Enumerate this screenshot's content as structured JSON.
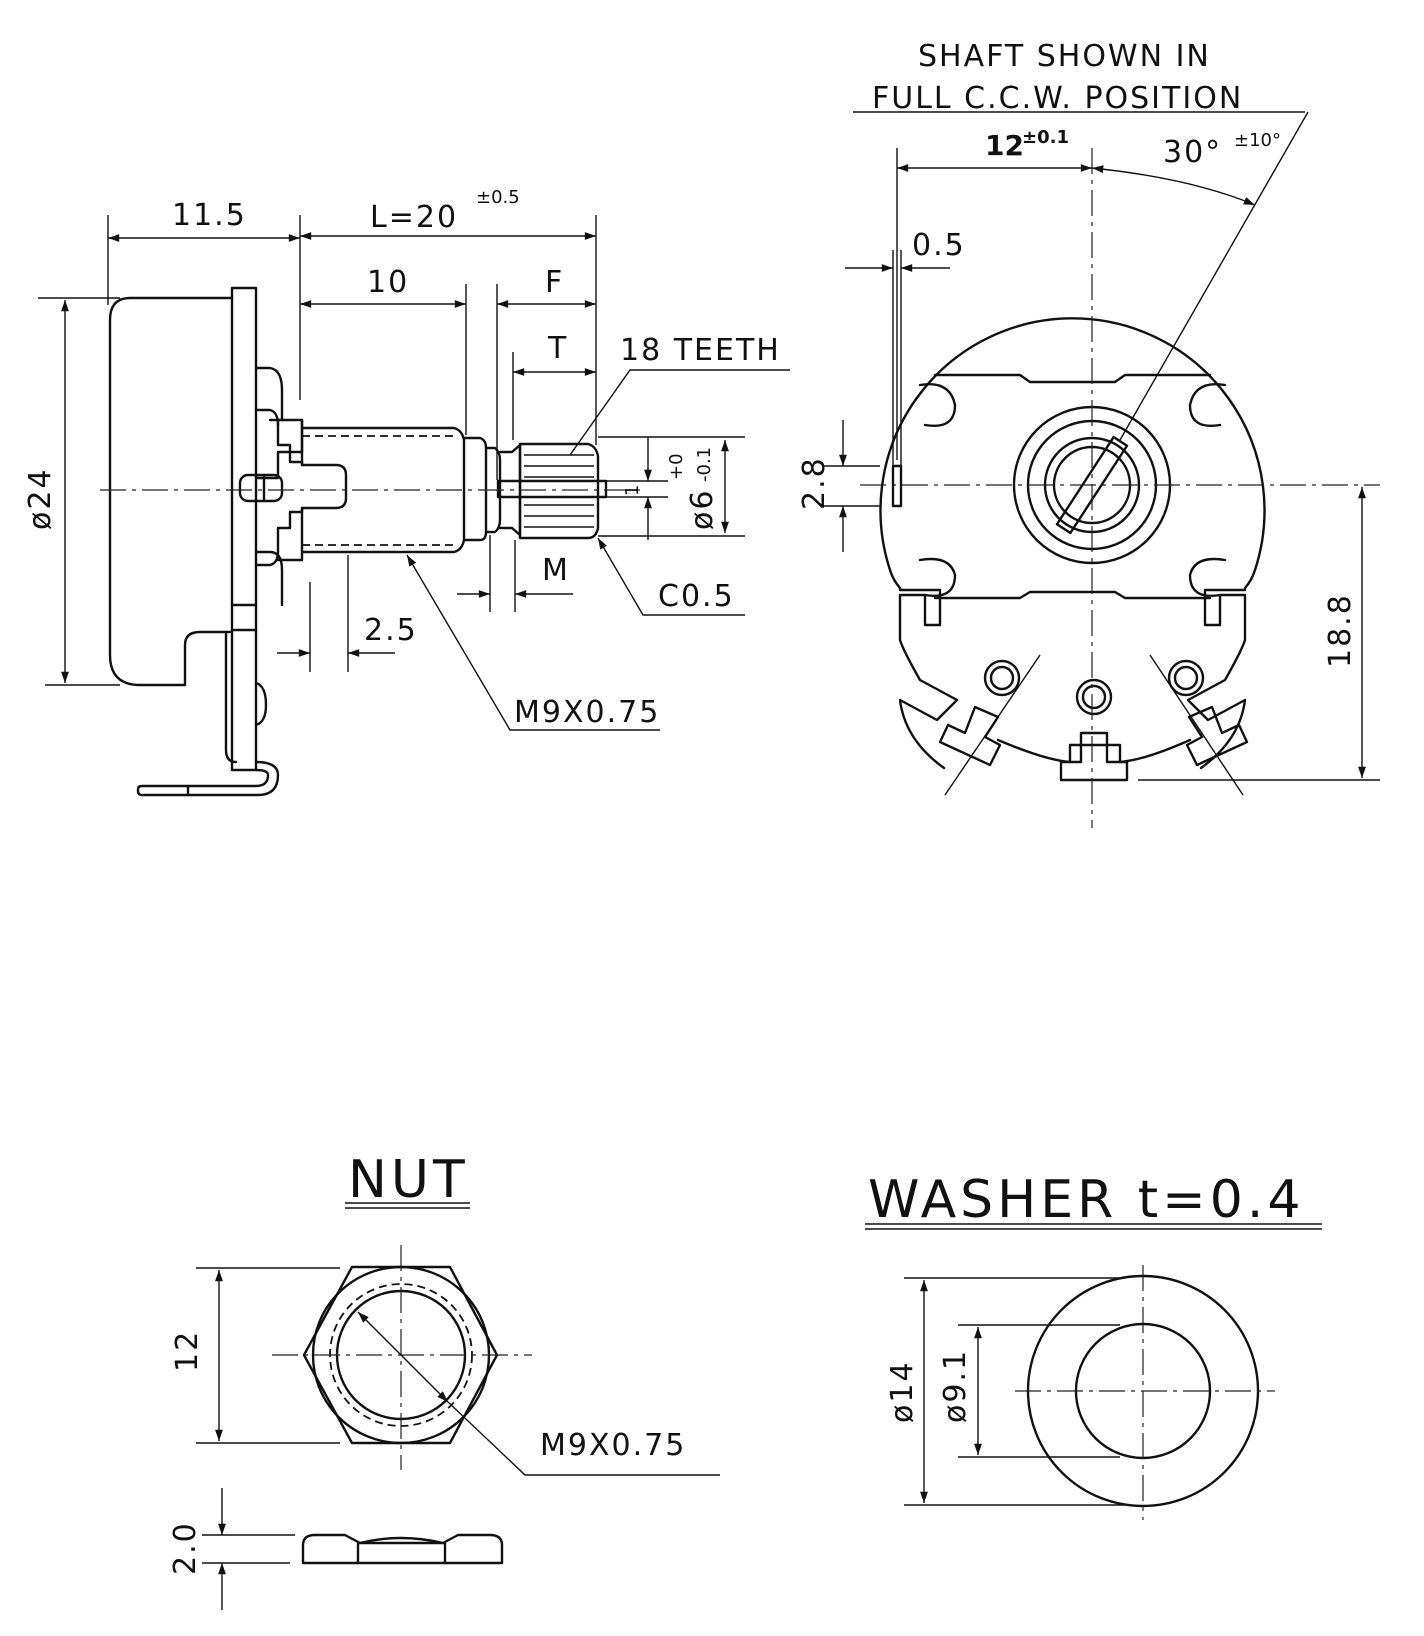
{
  "drawing": {
    "side_view": {
      "dim_body_depth": "11.5",
      "dim_length": "L=20",
      "dim_length_tol": "±0.5",
      "dim_thread_len": "10",
      "dim_flat": "F",
      "dim_knurl": "T",
      "teeth_note": "18 TEETH",
      "dim_diameter": "ø24",
      "dim_slot": "1",
      "dim_shaft_dia": "ø6",
      "dim_shaft_tol_upper": "+0",
      "dim_shaft_tol_lower": "-0.1",
      "dim_m": "M",
      "chamfer_note": "C0.5",
      "dim_offset": "2.5",
      "thread_note": "M9X0.75"
    },
    "front_view": {
      "note_line1": "SHAFT SHOWN IN",
      "note_line2": "FULL C.C.W. POSITION",
      "dim_offset": "12",
      "dim_offset_tol": "±0.1",
      "dim_angle": "30°",
      "dim_angle_tol": "±10°",
      "dim_tab_thickness": "0.5",
      "dim_tab_height": "2.8",
      "dim_terminal_height": "18.8"
    },
    "nut": {
      "title": "NUT",
      "dim_across_flats": "12",
      "thread_note": "M9X0.75",
      "dim_thickness": "2.0"
    },
    "washer": {
      "title": "WASHER  t=0.4",
      "dim_outer": "ø14",
      "dim_inner": "ø9.1"
    }
  }
}
